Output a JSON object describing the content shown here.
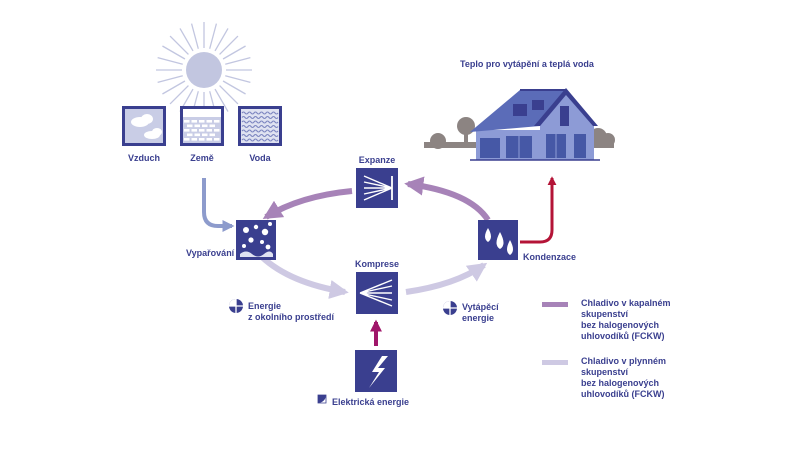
{
  "colors": {
    "navy": "#3a3f8f",
    "liquid": "#a783b8",
    "gas": "#cec9e3",
    "electric": "#a0166a",
    "heat_arrow": "#b41437",
    "sun": "#c2c6e0",
    "env_arrow": "#8d9bcc",
    "house_light": "#8d9bd6",
    "house_dark": "#4658a6",
    "trees": "#8c8482"
  },
  "sources": [
    {
      "label": "Vzduch",
      "icon": "air-clouds-icon"
    },
    {
      "label": "Země",
      "icon": "ground-icon"
    },
    {
      "label": "Voda",
      "icon": "water-waves-icon"
    }
  ],
  "house_title": "Teplo pro vytápění a teplá voda",
  "stages": {
    "expansion": "Expanze",
    "evaporation": "Vypařování",
    "compression": "Komprese",
    "condensation": "Kondenzace"
  },
  "energy": {
    "environment": "Energie\nz okolního prostředí",
    "heating": "Vytápěcí\nenergie",
    "electric": "Elektrická energie"
  },
  "legend": [
    {
      "label": "Chladivo v kapalném\nskupenství\nbez halogenových\nuhlovodíků (FCKW)",
      "color_key": "liquid"
    },
    {
      "label": "Chladivo v plynném\nskupenství\nbez halogenových\nuhlovodíků (FCKW)",
      "color_key": "gas"
    }
  ]
}
